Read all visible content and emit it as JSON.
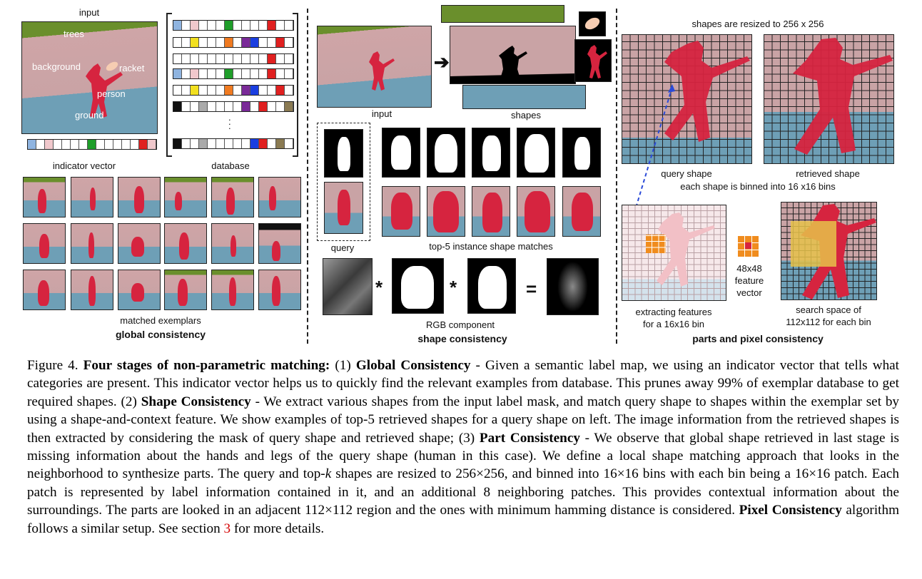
{
  "panels": {
    "global": {
      "input_label": "input",
      "region_labels": {
        "trees": "trees",
        "background": "background",
        "racket": "racket",
        "person": "person",
        "ground": "ground"
      },
      "indicator_label": "indicator vector",
      "database_label": "database",
      "database_ellipsis": ".",
      "exemplars_label": "matched exemplars",
      "title": "global consistency"
    },
    "shape": {
      "input_label": "input",
      "shapes_label": "shapes",
      "query_label": "query",
      "matches_label": "top-5 instance shape matches",
      "rgb_label": "RGB component",
      "op_multiply": "*",
      "op_equals": "=",
      "title": "shape consistency"
    },
    "parts": {
      "resize_label": "shapes are resized to 256 x 256",
      "query_shape_label": "query shape",
      "retrieved_shape_label": "retrieved shape",
      "binned_label": "each shape is binned into 16 x16 bins",
      "feature_label_lines": [
        "48x48",
        "feature",
        "vector"
      ],
      "extract_label_lines": [
        "extracting features",
        "for a 16x16 bin"
      ],
      "search_label_lines": [
        "search space of",
        "112x112 for each bin"
      ],
      "title": "parts and pixel consistency"
    }
  },
  "caption": {
    "figure_label": "Figure 4.",
    "heading": "Four stages of non-parametric matching:",
    "s1_num": "(1)",
    "s1_title": "Global Consistency",
    "s1_text": "- Given a semantic label map, we using an indicator vector that tells what categories are present. This indicator vector helps us to quickly find the relevant examples from database. This prunes away 99% of exemplar database to get required shapes.",
    "s2_num": "(2)",
    "s2_title": "Shape Consistency",
    "s2_text": "- We extract various shapes from the input label mask, and match query shape to shapes within the exemplar set by using a shape-and-context feature. We show examples of top-5 retrieved shapes for a query shape on left. The image information from the retrieved shapes is then extracted by considering the mask of query shape and retrieved shape; (3)",
    "s3_title": "Part Consistency",
    "s3_text_a": "- We observe that global shape retrieved in last stage is missing information about the hands and legs of the query shape (human in this case). We define a local shape matching approach that looks in the neighborhood to synthesize parts. The query and top-",
    "s3_k": "k",
    "s3_text_b": "shapes are resized to 256×256, and binned into 16×16 bins with each bin being a 16×16 patch. Each patch is represented by label information contained in it, and an additional 8 neighboring patches. This provides contextual information about the surroundings. The parts are looked in an adjacent 112×112 region and the ones with minimum hamming distance is considered.",
    "s4_title": "Pixel Consistency",
    "s4_text": "algorithm follows a similar setup. See section",
    "s4_ref": "3",
    "s4_tail": "for more details."
  },
  "colors": {
    "background_region": "#c9a3a5",
    "ground": "#6e9fb6",
    "trees": "#6a8f2c",
    "person": "#d6243f",
    "racket": "#f6cdb2",
    "feature_orange": "#f08c1e",
    "search_yellow": "#e6c24a"
  }
}
